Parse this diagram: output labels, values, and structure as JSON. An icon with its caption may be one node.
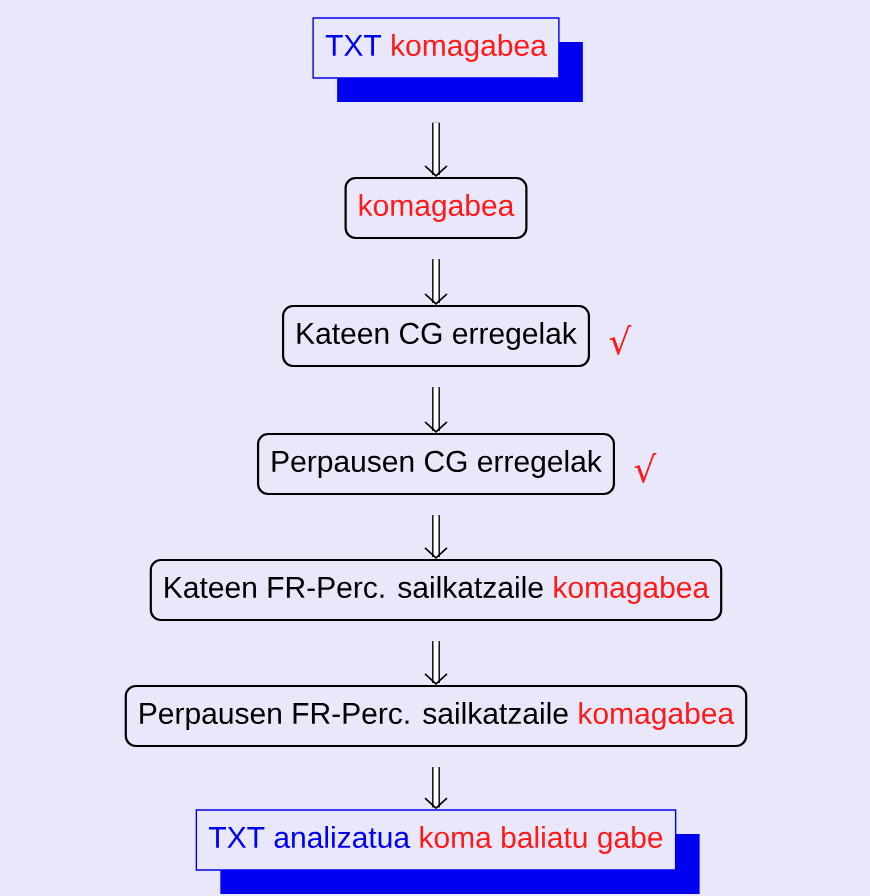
{
  "diagram": {
    "nodes": [
      {
        "text": [
          "TXT",
          "komagabea"
        ]
      },
      {
        "text": [
          "komagabea"
        ]
      },
      {
        "text": [
          "Kateen CG erregelak"
        ],
        "beside": [
          "√"
        ]
      },
      {
        "text": [
          "Perpausen CG erregelak"
        ],
        "beside": [
          "√"
        ]
      },
      {
        "text": [
          "Kateen FR-Perc. sailkatzaile",
          "komagabea"
        ]
      },
      {
        "text": [
          "Perpausen FR-Perc. sailkatzaile",
          "komagabea"
        ]
      },
      {
        "text": [
          "TXT analizatua",
          "koma baliatu gabe"
        ]
      }
    ],
    "edges": [
      {
        "from": 0,
        "to": 1,
        "arrow": "to"
      },
      {
        "from": 1,
        "to": 2,
        "arrow": "to"
      },
      {
        "from": 2,
        "to": 3,
        "arrow": "to"
      },
      {
        "from": 3,
        "to": 4,
        "arrow": "to"
      },
      {
        "from": 4,
        "to": 5,
        "arrow": "to"
      },
      {
        "from": 5,
        "to": 6,
        "arrow": "to"
      }
    ]
  }
}
